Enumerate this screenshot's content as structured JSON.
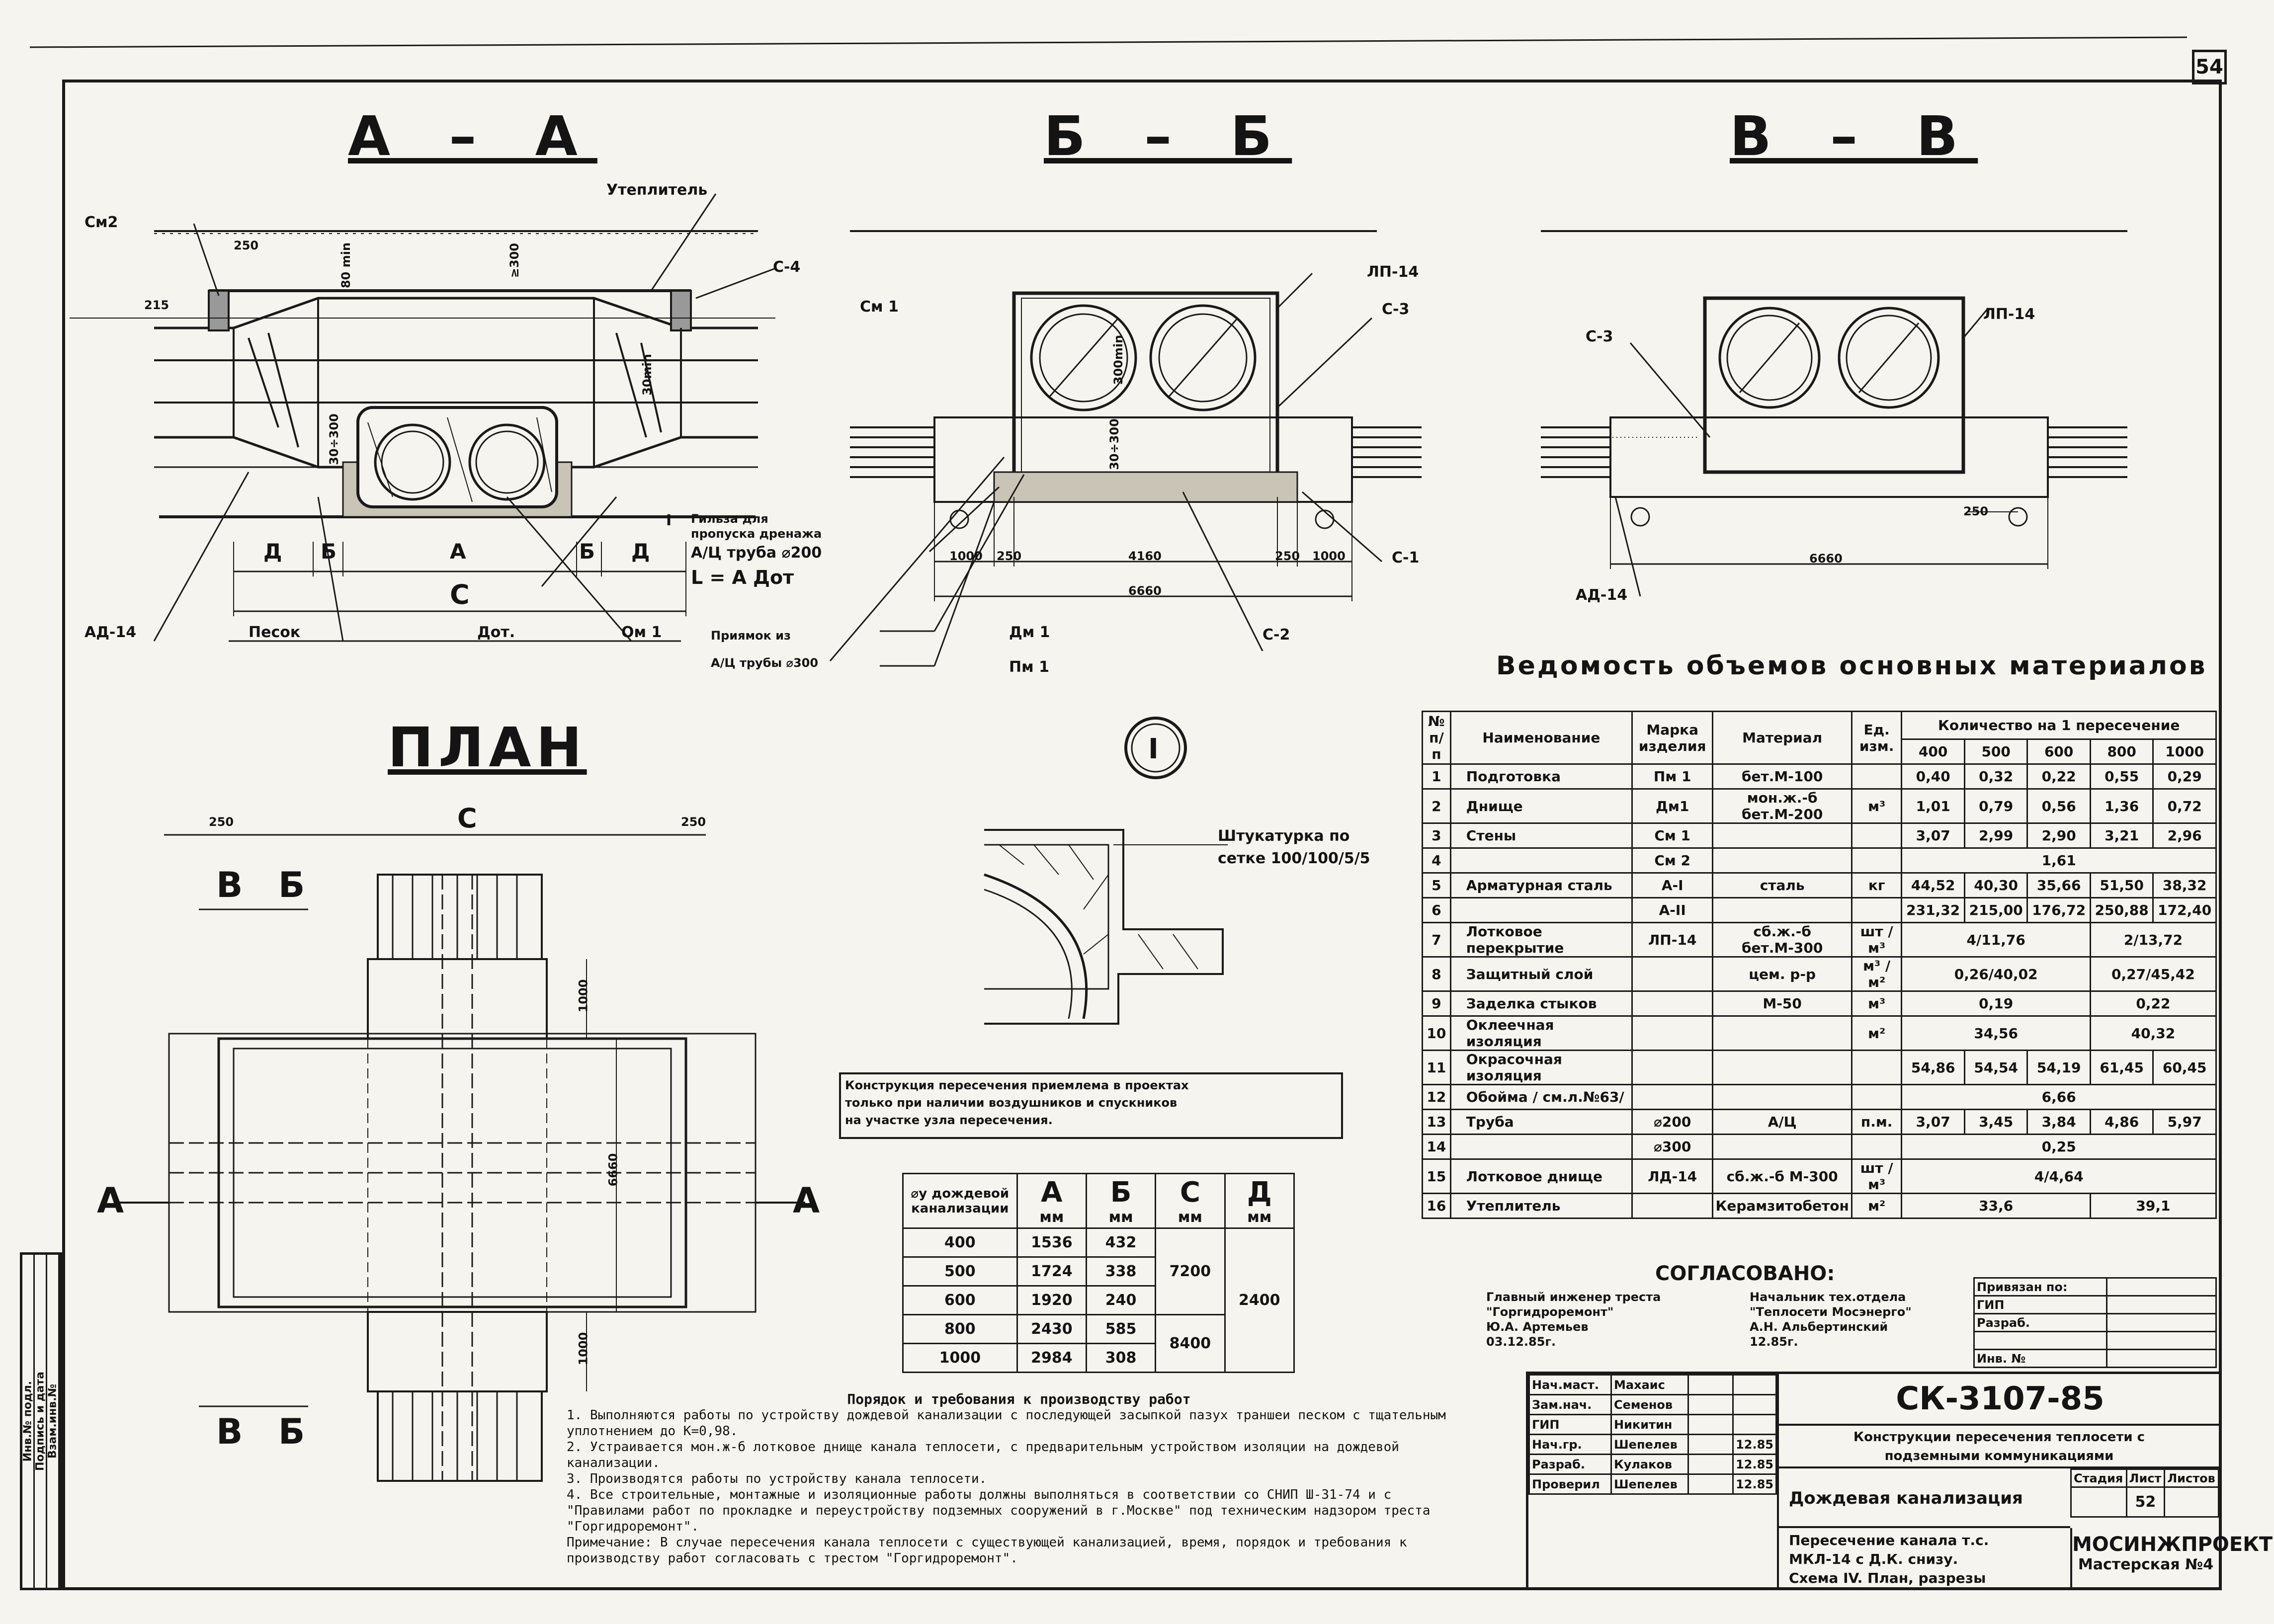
{
  "sheet_number": "54",
  "side_strip": [
    "Инв.№ подл.",
    "Подпись и дата",
    "Взам.инв.№"
  ],
  "sections": {
    "aa": {
      "title": "А – А",
      "labels": {
        "sm2": "См2",
        "uteplitel": "Утеплитель",
        "s4": "С-4",
        "d250": "250",
        "d215": "215",
        "d80min": "80 min",
        "d300": "≥300",
        "d30min": "30min",
        "d300b": "30÷300",
        "gilza1": "Гильза для",
        "gilza2": "пропуска дренажа",
        "gilza3": "А/Ц труба ⌀200",
        "formula": "L = А Дот",
        "d_left": "Д",
        "b_left": "Б",
        "a": "А",
        "b_right": "Б",
        "d_right": "Д",
        "c": "С",
        "ad14": "АД-14",
        "pesok": "Песок",
        "dot": "Дот.",
        "om1": "Ом 1",
        "i_mark": "I"
      }
    },
    "bb": {
      "title": "Б – Б",
      "labels": {
        "sm1": "См 1",
        "lp14": "ЛП-14",
        "s3": "С-3",
        "s1": "С-1",
        "s2": "С-2",
        "d1000a": "1000",
        "d250a": "250",
        "d4160": "4160",
        "d250b": "250",
        "d1000b": "1000",
        "d6660": "6660",
        "dm1": "Дм 1",
        "pm1": "Пм 1",
        "d30": "30÷300",
        "d300min": "300min",
        "priyamok1": "Приямок из",
        "priyamok2": "А/Ц трубы ⌀300"
      }
    },
    "vv": {
      "title": "В – В",
      "labels": {
        "lp14": "ЛП-14",
        "s3": "С-3",
        "d250": "250",
        "d6660": "6660",
        "ad14": "АД-14"
      }
    },
    "plan": {
      "title": "ПЛАН",
      "labels": {
        "c": "С",
        "d250a": "250",
        "d250b": "250",
        "v1": "В",
        "b1": "Б",
        "v2": "В",
        "b2": "Б",
        "a_left": "А",
        "a_right": "А",
        "d1000a": "1000",
        "d1000b": "1000",
        "d6660": "6660"
      }
    },
    "detail": {
      "marker": "I",
      "plaster1": "Штукатурка по",
      "plaster2": "сетке 100/100/5/5",
      "note": [
        "Конструкция пересечения приемлема в проектах",
        "только при наличии воздушников и спускников",
        "на участке узла пересечения."
      ]
    }
  },
  "materials": {
    "title": "Ведомость объемов основных материалов",
    "headers": {
      "no": "№ п/п",
      "name": "Наименование",
      "mark": "Марка изделия",
      "material": "Материал",
      "unit": "Ед. изм.",
      "qty": "Количество на 1 пересечение",
      "dn": [
        "400",
        "500",
        "600",
        "800",
        "1000"
      ]
    },
    "rows": [
      {
        "no": "1",
        "name": "Подготовка",
        "mark": "Пм 1",
        "material": "бет.М-100",
        "unit": "",
        "q": [
          "0,40",
          "0,32",
          "0,22",
          "0,55",
          "0,29"
        ]
      },
      {
        "no": "2",
        "name": "Днище",
        "mark": "Дм1",
        "material": "мон.ж.-б бет.М-200",
        "unit": "м³",
        "q": [
          "1,01",
          "0,79",
          "0,56",
          "1,36",
          "0,72"
        ]
      },
      {
        "no": "3",
        "name": "Стены",
        "mark": "См 1",
        "material": "",
        "unit": "",
        "q": [
          "3,07",
          "2,99",
          "2,90",
          "3,21",
          "2,96"
        ]
      },
      {
        "no": "4",
        "name": "",
        "mark": "См 2",
        "material": "",
        "unit": "",
        "span": "1,61"
      },
      {
        "no": "5",
        "name": "Арматурная сталь",
        "mark": "А-I",
        "material": "сталь",
        "unit": "кг",
        "q": [
          "44,52",
          "40,30",
          "35,66",
          "51,50",
          "38,32"
        ]
      },
      {
        "no": "6",
        "name": "",
        "mark": "А-II",
        "material": "",
        "unit": "",
        "q": [
          "231,32",
          "215,00",
          "176,72",
          "250,88",
          "172,40"
        ]
      },
      {
        "no": "7",
        "name": "Лотковое перекрытие",
        "mark": "ЛП-14",
        "material": "сб.ж.-б бет.М-300",
        "unit": "шт / м³",
        "left": "4/11,76",
        "right": "2/13,72"
      },
      {
        "no": "8",
        "name": "Защитный слой",
        "mark": "",
        "material": "цем. р-р",
        "unit": "м³ / м²",
        "left": "0,26/40,02",
        "right": "0,27/45,42"
      },
      {
        "no": "9",
        "name": "Заделка стыков",
        "mark": "",
        "material": "М-50",
        "unit": "м³",
        "left": "0,19",
        "right": "0,22"
      },
      {
        "no": "10",
        "name": "Оклеечная изоляция",
        "mark": "",
        "material": "",
        "unit": "м²",
        "left": "34,56",
        "right": "40,32"
      },
      {
        "no": "11",
        "name": "Окрасочная изоляция",
        "mark": "",
        "material": "",
        "unit": "",
        "q": [
          "54,86",
          "54,54",
          "54,19",
          "61,45",
          "60,45"
        ]
      },
      {
        "no": "12",
        "name": "Обойма / см.л.№63/",
        "mark": "",
        "material": "",
        "unit": "",
        "span": "6,66"
      },
      {
        "no": "13",
        "name": "Труба",
        "mark": "⌀200",
        "material": "А/Ц",
        "unit": "п.м.",
        "q": [
          "3,07",
          "3,45",
          "3,84",
          "4,86",
          "5,97"
        ]
      },
      {
        "no": "14",
        "name": "",
        "mark": "⌀300",
        "material": "",
        "unit": "",
        "span": "0,25"
      },
      {
        "no": "15",
        "name": "Лотковое днище",
        "mark": "ЛД-14",
        "material": "сб.ж.-б М-300",
        "unit": "шт / м³",
        "span": "4/4,64"
      },
      {
        "no": "16",
        "name": "Утеплитель",
        "mark": "",
        "material": "Керамзитобетон",
        "unit": "м²",
        "left": "33,6",
        "right": "39,1"
      }
    ]
  },
  "dimensions": {
    "headers": {
      "dn": "⌀у дождевой канализации",
      "a": "А",
      "b": "Б",
      "c": "С",
      "d": "Д",
      "unit": "мм"
    },
    "rows": [
      {
        "dn": "400",
        "a": "1536",
        "b": "432"
      },
      {
        "dn": "500",
        "a": "1724",
        "b": "338"
      },
      {
        "dn": "600",
        "a": "1920",
        "b": "240"
      },
      {
        "dn": "800",
        "a": "2430",
        "b": "585"
      },
      {
        "dn": "1000",
        "a": "2984",
        "b": "308"
      }
    ],
    "c1": "7200",
    "c2": "8400",
    "d": "2400"
  },
  "notes": {
    "title": "Порядок и требования к производству работ",
    "items": [
      "1. Выполняются работы по устройству дождевой канализации с последующей засыпкой пазух траншеи песком с тщательным уплотнением до К=0,98.",
      "2. Устраивается мон.ж-б лотковое днище канала теплосети, с предварительным устройством изоляции на дождевой канализации.",
      "3. Производятся работы по устройству канала теплосети.",
      "4. Все строительные, монтажные и изоляционные работы должны выполняться в соответствии со СНИП Ш-31-74 и с \"Правилами работ по прокладке и переустройству подземных сооружений в г.Москве\" под техническим надзором треста \"Горгидроремонт\".",
      "Примечание: В случае пересечения канала теплосети с существующей канализацией, время, порядок и требования к производству работ согласовать с трестом \"Горгидроремонт\"."
    ]
  },
  "agreed": {
    "title": "СОГЛАСОВАНО:",
    "p1": [
      "Главный инженер треста",
      "\"Горгидроремонт\"",
      "Ю.А. Артемьев",
      "03.12.85г."
    ],
    "p2": [
      "Начальник тех.отдела",
      "\"Теплосети Мосэнерго\"",
      "А.Н. Альбертинский",
      "12.85г."
    ],
    "bound": [
      "Привязан по:",
      "ГИП",
      "Разраб.",
      "Инв. №"
    ]
  },
  "stamp": {
    "code": "СК-3107-85",
    "people": [
      [
        "Нач.маст.",
        "Махаис"
      ],
      [
        "Зам.нач.",
        "Семенов"
      ],
      [
        "ГИП",
        "Никитин"
      ],
      [
        "Нач.гр.",
        "Шепелев"
      ],
      [
        "Разраб.",
        "Кулаков"
      ],
      [
        "Проверил",
        "Шепелев"
      ]
    ],
    "dates": [
      "12.85",
      "12.85",
      "12.85"
    ],
    "project1": "Конструкции пересечения теплосети с",
    "project2": "подземными коммуникациями",
    "subject": "Дождевая канализация",
    "stage_h": "Стадия",
    "sheet_h": "Лист",
    "sheets_h": "Листов",
    "sheet": "52",
    "desc": [
      "Пересечение канала т.с.",
      "МКЛ-14 с Д.К. снизу.",
      "Схема IV. План, разрезы"
    ],
    "org1": "МОСИНЖПРОЕКТ",
    "org2": "Мастерская №4"
  }
}
